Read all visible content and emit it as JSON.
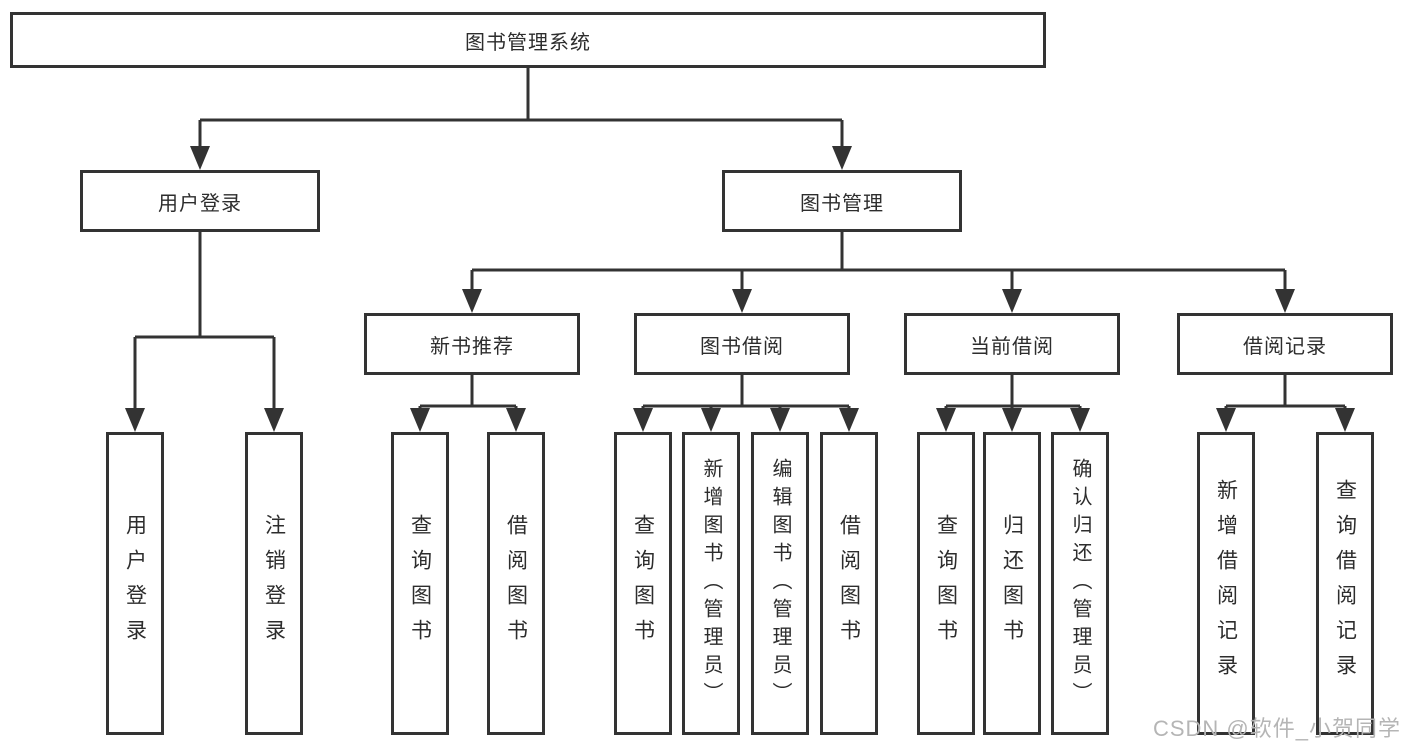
{
  "diagram_type": "hierarchy-tree",
  "tree": {
    "root": {
      "label": "图书管理系统"
    },
    "branches": [
      {
        "label": "用户登录",
        "children": [
          {
            "label": "用户登录"
          },
          {
            "label": "注销登录"
          }
        ]
      },
      {
        "label": "图书管理",
        "children": [
          {
            "label": "新书推荐",
            "children": [
              {
                "label": "查询图书"
              },
              {
                "label": "借阅图书"
              }
            ]
          },
          {
            "label": "图书借阅",
            "children": [
              {
                "label": "查询图书"
              },
              {
                "label": "新增图书（管理员）"
              },
              {
                "label": "编辑图书（管理员）"
              },
              {
                "label": "借阅图书"
              }
            ]
          },
          {
            "label": "当前借阅",
            "children": [
              {
                "label": "查询图书"
              },
              {
                "label": "归还图书"
              },
              {
                "label": "确认归还（管理员）"
              }
            ]
          },
          {
            "label": "借阅记录",
            "children": [
              {
                "label": "新增借阅记录"
              },
              {
                "label": "查询借阅记录"
              }
            ]
          }
        ]
      }
    ]
  },
  "watermark": {
    "text": "CSDN @软件_小贺同学"
  },
  "colors": {
    "line": "#333333",
    "box_border": "#333333",
    "text": "#2d2d2d",
    "background": "#ffffff",
    "watermark": "#b5b5b5"
  }
}
